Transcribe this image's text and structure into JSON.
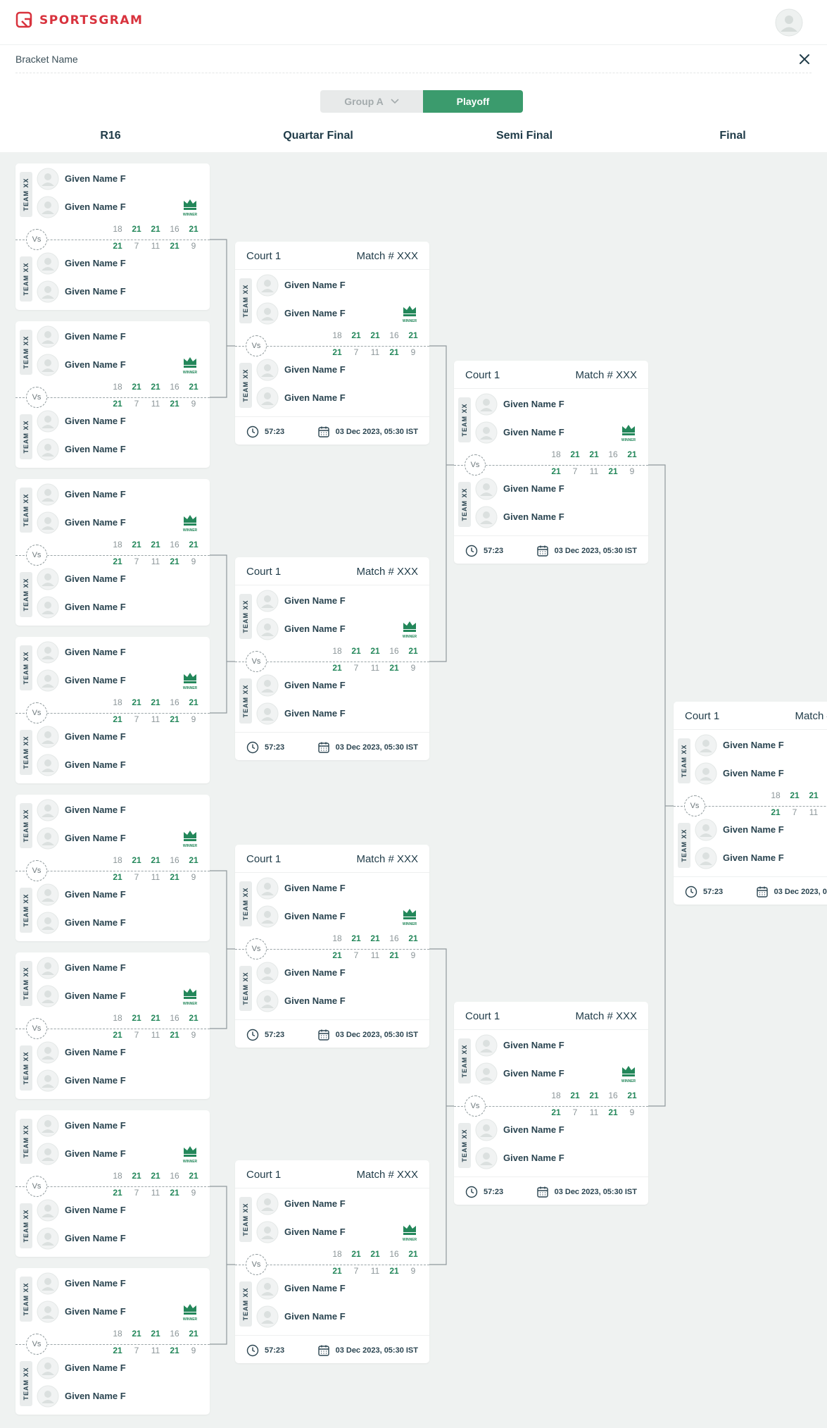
{
  "app": {
    "brand": "SPORTSGRAM",
    "brand_color": "#d8323d",
    "accent_color": "#3b9b6d"
  },
  "header": {
    "bracket_name": "Bracket Name"
  },
  "tabs": {
    "group_label": "Group A",
    "playoff_label": "Playoff",
    "active": "Playoff"
  },
  "rounds": [
    "R16",
    "Quartar Final",
    "Semi Final",
    "Final"
  ],
  "match_template": {
    "court": "Court 1",
    "match_no": "Match # XXX",
    "team_label": "TEAM XX",
    "player_name": "Given Name F",
    "winner_label": "WINNER",
    "vs_label": "Vs",
    "duration": "57:23",
    "date": "03 Dec 2023, 05:30 IST",
    "top_scores": [
      "18",
      "21",
      "21",
      "16",
      "21"
    ],
    "bottom_scores": [
      "21",
      "7",
      "11",
      "21",
      "9"
    ],
    "top_wins": [
      false,
      true,
      true,
      false,
      true
    ],
    "bottom_wins": [
      true,
      false,
      false,
      true,
      false
    ]
  }
}
